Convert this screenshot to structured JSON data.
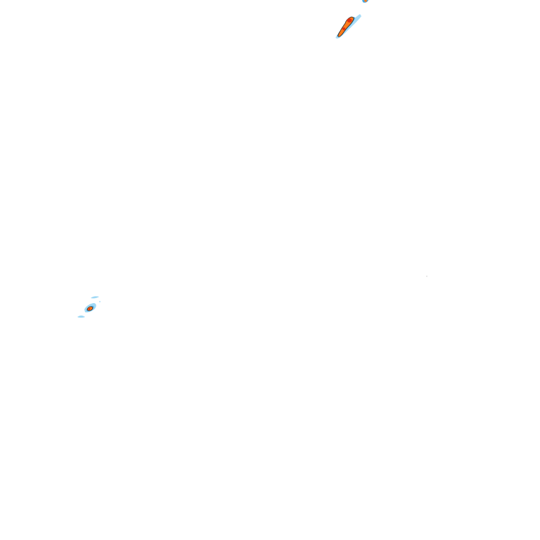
{
  "map": {
    "type": "radar-reflectivity-tile",
    "background": "#ffffff",
    "palette": {
      "light": "#9fd8f5",
      "mid": "#4aa8e0",
      "high": "#ff7a1a",
      "core": "#e03010",
      "outline": "#2a2a2a"
    },
    "echoes": [
      {
        "name": "echo-cell-north",
        "intensity": "high"
      },
      {
        "name": "echo-cell-west",
        "intensity": "moderate"
      },
      {
        "name": "echo-speck-east",
        "intensity": "trace"
      }
    ]
  }
}
